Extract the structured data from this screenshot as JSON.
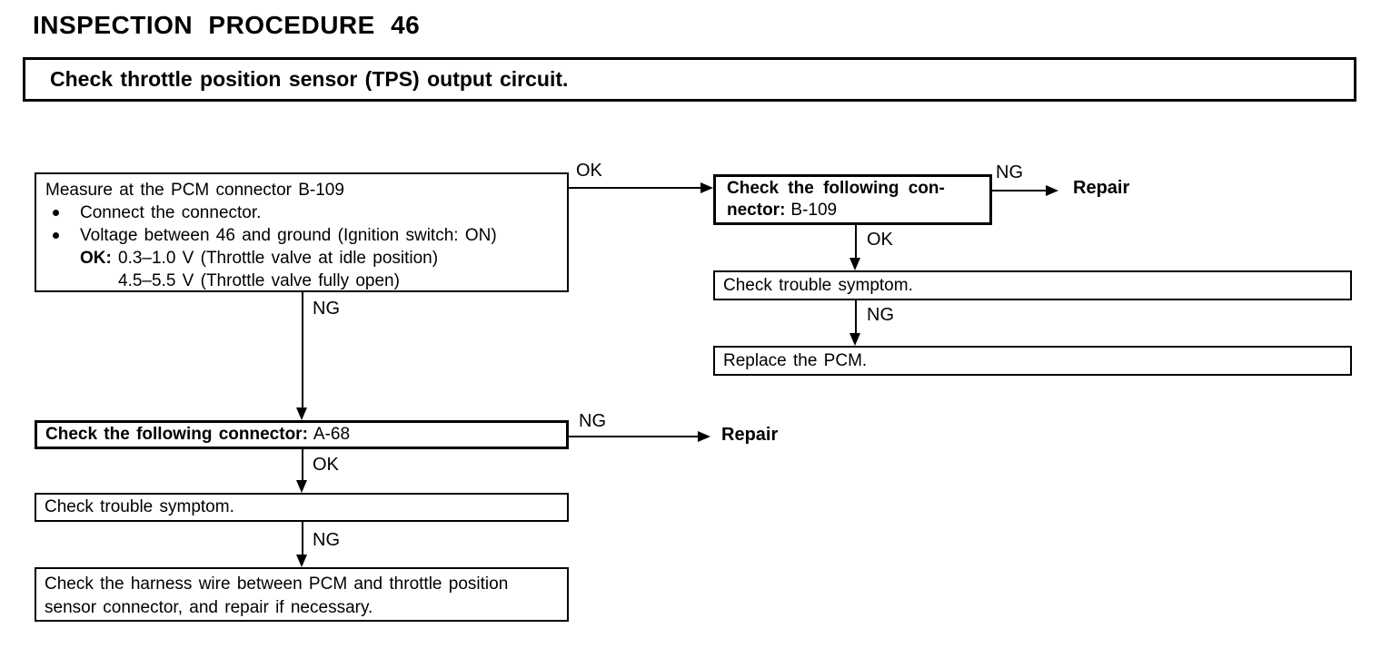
{
  "colors": {
    "ink": "#000000",
    "paper": "#ffffff"
  },
  "title": "INSPECTION PROCEDURE 46",
  "instruction_header": "Check throttle position sensor (TPS) output circuit.",
  "flow": {
    "measure_box": {
      "intro": "Measure at the PCM connector B-109",
      "bullet_1": "Connect the connector.",
      "bullet_2": "Voltage between 46 and ground (Ignition switch: ON)",
      "ok_label": "OK:",
      "ok_spec_1": "0.3–1.0 V (Throttle valve at idle position)",
      "ok_spec_2": "4.5–5.5 V (Throttle valve fully open)"
    },
    "b109_box": {
      "line1_bold": "Check the following con-",
      "line2_bold": "nector:",
      "line2_value": "B-109"
    },
    "a68_box": {
      "bold": "Check the following connector:",
      "value": "A-68"
    },
    "symptom_box_right": "Check trouble symptom.",
    "replace_pcm_box": "Replace the PCM.",
    "symptom_box_left": "Check trouble symptom.",
    "harness_box": "Check the harness wire between PCM and throttle position sensor connector, and repair if necessary.",
    "repair_top": "Repair",
    "repair_bottom": "Repair",
    "labels": {
      "ok_measure_to_b109": "OK",
      "ng_b109_to_repair": "NG",
      "ok_b109_to_symptom": "OK",
      "ng_symptom_to_replace": "NG",
      "ng_measure_to_a68": "NG",
      "ng_a68_to_repair": "NG",
      "ok_a68_to_symptom": "OK",
      "ng_symptom_to_harness": "NG"
    }
  }
}
